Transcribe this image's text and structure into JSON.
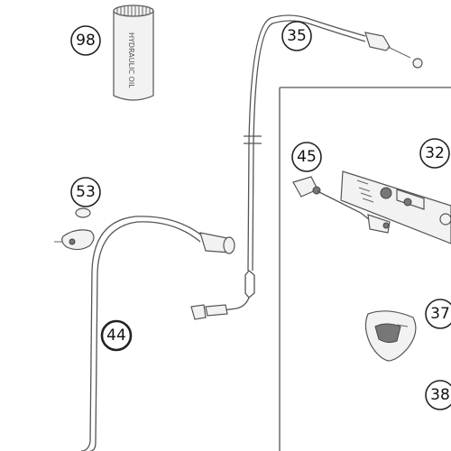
{
  "colors": {
    "line": "#555555",
    "callout_border": "#222222",
    "highlight": "#e8742a"
  },
  "callouts": [
    {
      "id": "98",
      "label": "98",
      "highlight": false
    },
    {
      "id": "35",
      "label": "35",
      "highlight": false
    },
    {
      "id": "53",
      "label": "53",
      "highlight": false
    },
    {
      "id": "45",
      "label": "45",
      "highlight": false
    },
    {
      "id": "32",
      "label": "32",
      "highlight": false
    },
    {
      "id": "44",
      "label": "44",
      "highlight": true
    },
    {
      "id": "37",
      "label": "37",
      "highlight": false
    },
    {
      "id": "38",
      "label": "38",
      "highlight": false
    }
  ],
  "cylinder_label": "HYDRAULIC OIL"
}
